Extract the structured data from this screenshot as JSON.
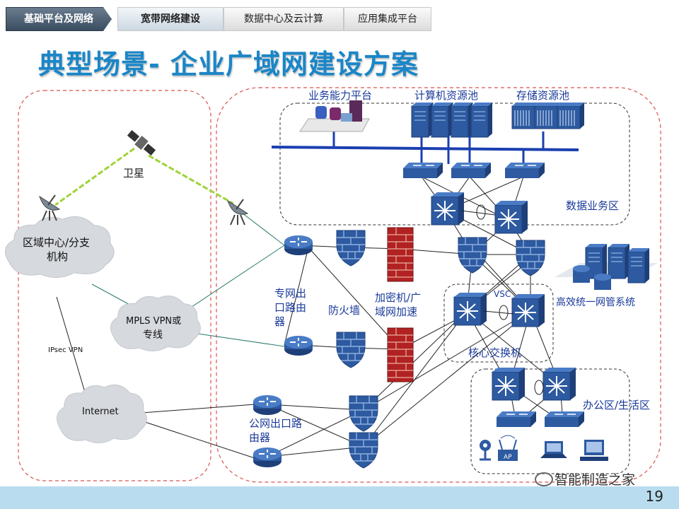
{
  "tabs": [
    "基础平台及网络",
    "宽带网络建设",
    "数据中心及云计算",
    "应用集成平台"
  ],
  "active_tab": 1,
  "title": "典型场景- 企业广域网建设方案",
  "labels": {
    "platform": "业务能力平台",
    "compute_pool": "计算机资源池",
    "storage_pool": "存储资源池",
    "datazone": "数据业务区",
    "satellite": "卫星",
    "branch_line1": "区域中心/分支",
    "branch_line2": "机构",
    "mpls_line1": "MPLS VPN或",
    "mpls_line2": "专线",
    "ipsec": "IPsec VPN",
    "internet": "Internet",
    "private_router_1": "专网出",
    "private_router_2": "口路由",
    "private_router_3": "器",
    "firewall": "防火墙",
    "encrypt_1": "加密机/广",
    "encrypt_2": "域网加速",
    "vsc": "VSC",
    "core_switch": "核心交换机",
    "nms": "高效统一网管系统",
    "public_router_1": "公网出口路",
    "public_router_2": "由器",
    "office": "办公区/生活区",
    "ap": "AP"
  },
  "watermark": "智能制造之家",
  "page_number": "19",
  "colors": {
    "title": "#1a86c8",
    "device": "#2d5aa0",
    "device_dark": "#1e3f78",
    "bus": "#1a3fb0",
    "firewall_brick": "#b22222",
    "dashed_red": "#d9534f",
    "wireless": "#9ed43a",
    "cloud": "#d6d9de"
  },
  "icons": [
    "satellite-icon",
    "dish-antenna-icon",
    "router-icon",
    "firewall-icon",
    "brick-firewall-icon",
    "l3-switch-icon",
    "switch-icon",
    "server-icon",
    "storage-icon",
    "cloud-icon",
    "camera-icon",
    "access-point-icon",
    "laptop-icon",
    "workstation-icon",
    "wechat-icon"
  ]
}
